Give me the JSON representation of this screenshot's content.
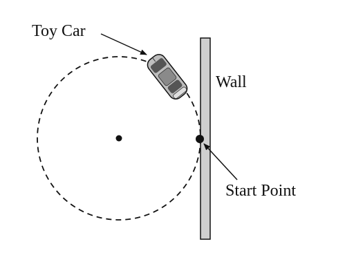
{
  "labels": {
    "toy_car": "Toy Car",
    "wall": "Wall",
    "start_point": "Start Point"
  },
  "colors": {
    "ink": "#111111",
    "wall_fill": "#cfcfcf",
    "car_body": "#bdbdbd",
    "car_dark": "#555555"
  }
}
